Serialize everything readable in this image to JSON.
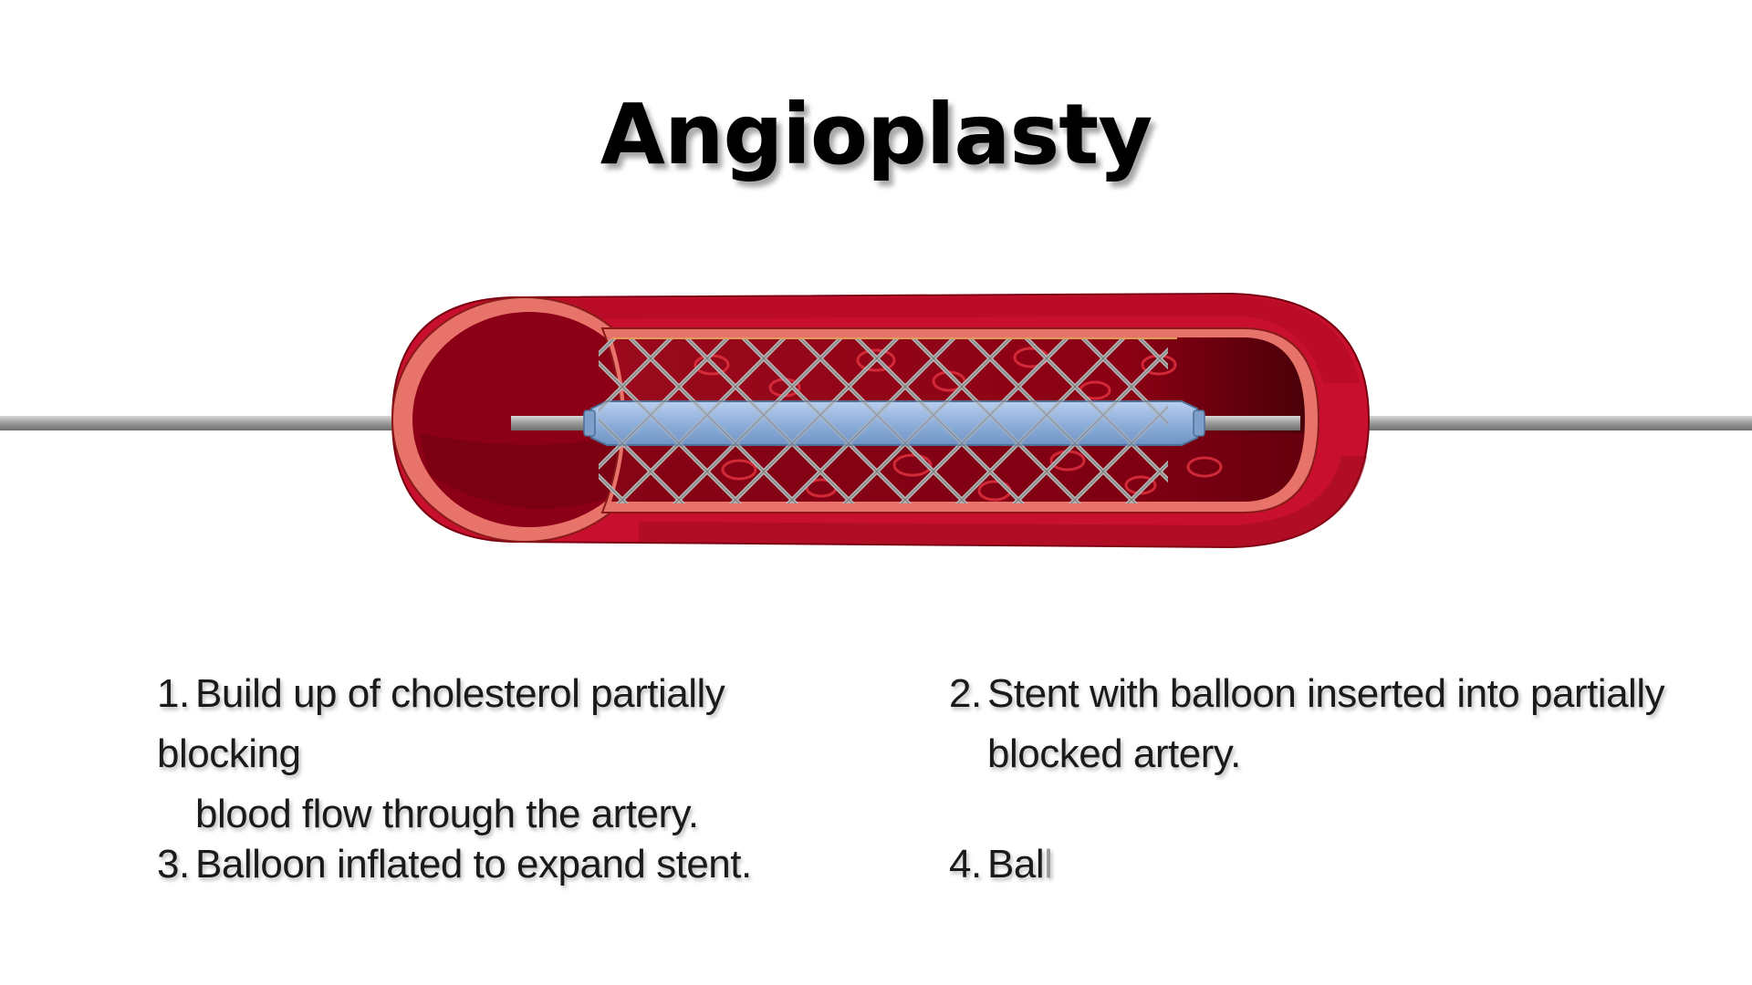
{
  "title": "Angioplasty",
  "steps": [
    {
      "number": "1.",
      "line1": "Build up of cholesterol partially blocking",
      "line2": "blood flow through the artery."
    },
    {
      "number": "2.",
      "line1": "Stent with balloon inserted into partially",
      "line2": "blocked artery."
    },
    {
      "number": "3.",
      "line1": "Balloon inflated to expand stent."
    },
    {
      "number": "4.",
      "line1": "Bal",
      "line1_fading": "l"
    }
  ],
  "colors": {
    "artery_outer": "#c8102e",
    "artery_rim": "#e8736a",
    "artery_lumen": "#8b0016",
    "artery_dark": "#5c000c",
    "stent": "#a8a8a8",
    "balloon": "#8fb3dc",
    "wire": "#9e9e9e"
  }
}
